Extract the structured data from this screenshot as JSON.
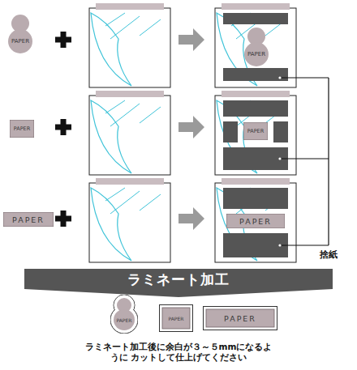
{
  "diagram": {
    "caption": "ラミネート加工後に余白が３～５mmになるように カットして仕上げてください",
    "nodes": [
      {
        "text": [
          "PAPER"
        ]
      },
      {
        "text": [
          "PAPER"
        ]
      },
      {
        "text": [
          "PAPER"
        ]
      },
      {
        "text": [
          "PAPER"
        ]
      },
      {
        "text": [
          "PAPER"
        ]
      },
      {
        "text": [
          "PAPER"
        ]
      },
      {
        "text": [
          "ラミネート加工"
        ]
      },
      {
        "text": [
          "PAPER"
        ]
      },
      {
        "text": [
          "PAPER"
        ]
      },
      {
        "text": [
          "PAPER"
        ]
      }
    ],
    "labels": [
      "捨紙"
    ]
  }
}
